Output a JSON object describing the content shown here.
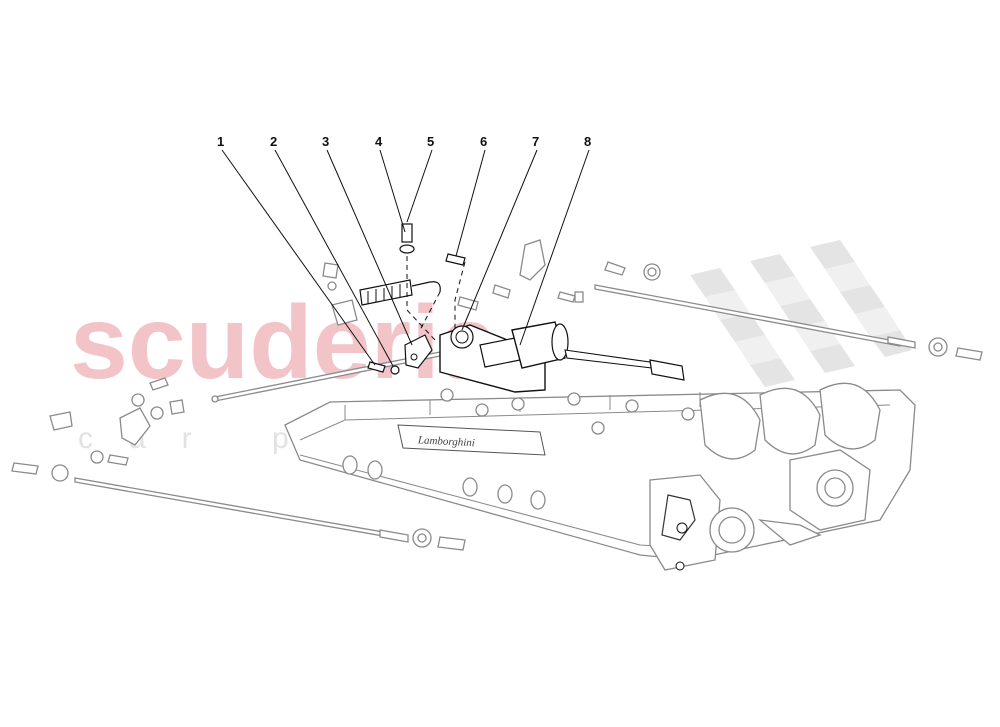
{
  "watermark": {
    "main": "scuderia",
    "sub": "car parts",
    "main_color": "#f2c4c8",
    "flag_color": "#d9d9d9"
  },
  "callouts": [
    {
      "label": "1"
    },
    {
      "label": "2"
    },
    {
      "label": "3"
    },
    {
      "label": "4"
    },
    {
      "label": "5"
    },
    {
      "label": "6"
    },
    {
      "label": "7"
    },
    {
      "label": "8"
    }
  ],
  "logo_text": "Lamborghini"
}
